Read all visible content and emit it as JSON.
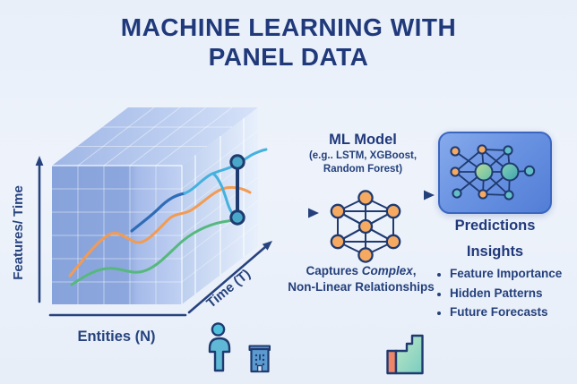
{
  "title": {
    "line1": "MACHINE LEARNING WITH",
    "line2": "PANEL DATA"
  },
  "cube": {
    "y_axis_label": "Features/ Time",
    "x_axis_label": "Entities (N)",
    "z_axis_label": "Time (T)"
  },
  "ml_model": {
    "title": "ML Model",
    "subtitle_line1": "(e.g.. LSTM, XGBoost,",
    "subtitle_line2": "Random Forest)",
    "caption_before": "Captures ",
    "caption_italic": "Complex",
    "caption_after": ",",
    "caption_line2": "Non-Linear Relationships"
  },
  "predictions": {
    "label": "Predictions"
  },
  "insights": {
    "heading": "Insights",
    "bullets": [
      "Feature Importance",
      "Hidden Patterns",
      "Future Forecasts"
    ]
  },
  "icons": {
    "ml_model_icon": "neural-network-icon",
    "predictions_icon": "predictions-network-icon",
    "bottom_icons": [
      "person-icon",
      "building-icon",
      "bar-chart-icon"
    ]
  },
  "colors": {
    "background": "#e9f0f9",
    "navy_text": "#20397b",
    "axis_navy": "#27437e",
    "cube_front_dark": "#8aa5dc",
    "cube_side_light": "#e4edfb",
    "curve_cyan": "#45b1de",
    "curve_dark_blue": "#2f6cb8",
    "curve_orange": "#f39b52",
    "curve_green": "#57b87f",
    "marker_teal": "#49a7ca",
    "node_orange": "#f5a961",
    "node_teal": "#62bfc9",
    "box_blue": "#6a93e2",
    "person_teal": "#55bcd7",
    "building_blue": "#5b9bd0",
    "bar_orange": "#ee8566",
    "bar_green": "#8fd4b8"
  }
}
